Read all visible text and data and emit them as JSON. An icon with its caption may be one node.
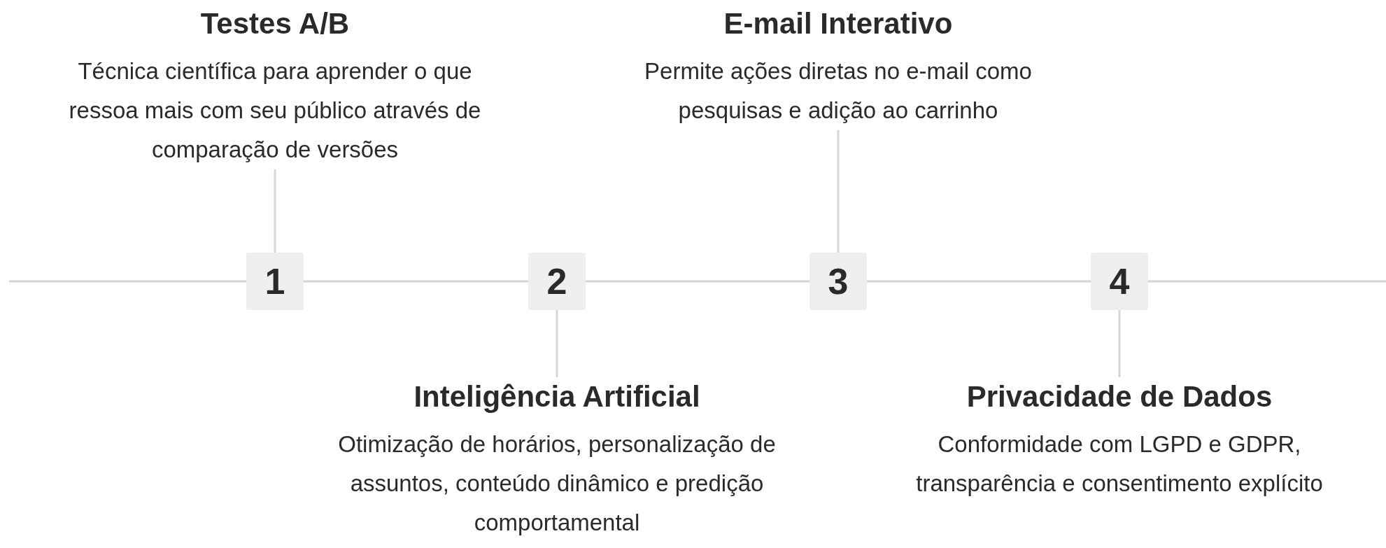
{
  "diagram": {
    "nodes": [
      {
        "text": [
          "Testes A/B",
          "Técnica científica para aprender o que ressoa mais com seu público através de comparação de versões"
        ]
      },
      {
        "text": [
          "E-mail Interativo",
          "Permite ações diretas no e-mail como pesquisas e adição ao carrinho"
        ]
      },
      {
        "text": [
          "1"
        ]
      },
      {
        "text": [
          "2"
        ]
      },
      {
        "text": [
          "3"
        ]
      },
      {
        "text": [
          "4"
        ]
      },
      {
        "text": [
          "Inteligência Artificial",
          "Otimização de horários, personalização de assuntos, conteúdo dinâmico e predição comportamental"
        ]
      },
      {
        "text": [
          "Privacidade de Dados",
          "Conformidade com LGPD e GDPR, transparência e consentimento explícito"
        ]
      }
    ],
    "edges": [
      {
        "from": 2,
        "to": 0,
        "arrow": "none"
      },
      {
        "from": 4,
        "to": 1,
        "arrow": "none"
      },
      {
        "from": 3,
        "to": 6,
        "arrow": "none"
      },
      {
        "from": 5,
        "to": 7,
        "arrow": "none"
      },
      {
        "from": null,
        "to": 2,
        "arrow": "none"
      },
      {
        "from": 2,
        "to": 3,
        "arrow": "none"
      },
      {
        "from": 3,
        "to": 4,
        "arrow": "none"
      },
      {
        "from": 4,
        "to": 5,
        "arrow": "none"
      },
      {
        "from": 5,
        "to": null,
        "arrow": "none"
      }
    ]
  }
}
